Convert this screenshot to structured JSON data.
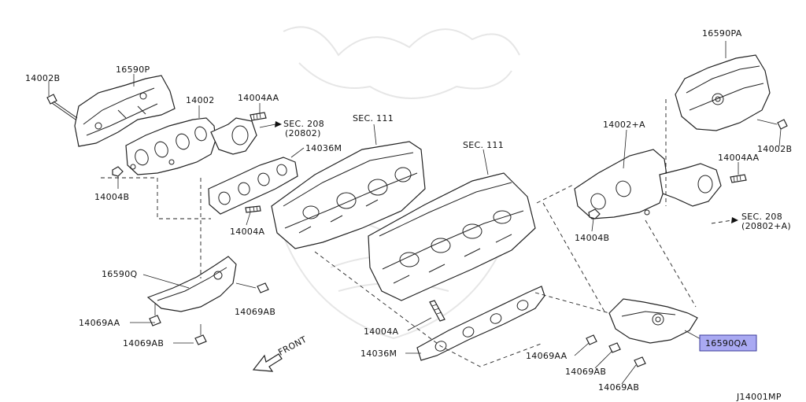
{
  "diagram": {
    "figure_code": "J14001MP",
    "highlighted_part": "16590QA",
    "labels": {
      "p14002B_left": "14002B",
      "p16590P": "16590P",
      "p14002": "14002",
      "p14004AA_left": "14004AA",
      "sec208_left_a": "SEC. 208",
      "sec208_left_b": "(20802)",
      "p14036M_upper": "14036M",
      "p14004B_left": "14004B",
      "p14004A_upper": "14004A",
      "sec111_a": "SEC. 111",
      "sec111_b": "SEC. 111",
      "p16590Q": "16590Q",
      "p14069AA_left": "14069AA",
      "p14069AB_left_a": "14069AB",
      "p14069AB_left_b": "14069AB",
      "front": "FRONT",
      "p14004A_lower": "14004A",
      "p14036M_lower": "14036M",
      "p16590PA": "16590PA",
      "p14002A": "14002+A",
      "p14002B_right": "14002B",
      "p14004AA_right": "14004AA",
      "sec208_right_a": "SEC. 208",
      "sec208_right_b": "(20802+A)",
      "p14004B_right": "14004B",
      "p16590QA": "16590QA",
      "p14069AA_right": "14069AA",
      "p14069AB_right_a": "14069AB",
      "p14069AB_right_b": "14069AB"
    }
  }
}
